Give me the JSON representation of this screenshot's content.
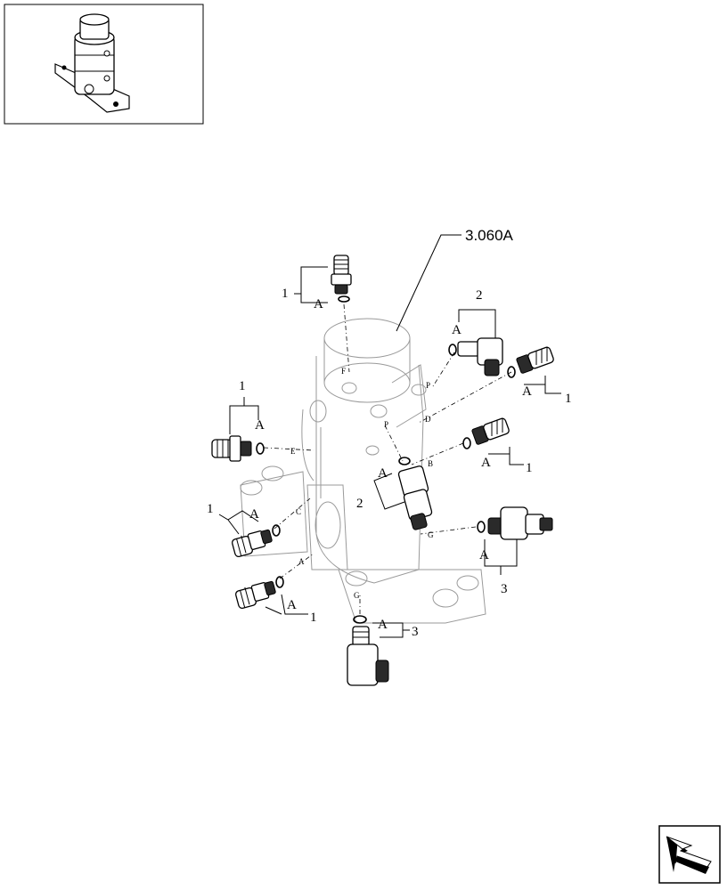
{
  "reference_label": "3.060A",
  "letters": {
    "a": "A",
    "b": "B",
    "c": "C",
    "d": "D",
    "e": "E",
    "f": "F",
    "g": "G",
    "p": "P"
  },
  "item_numbers": {
    "one": "1",
    "two": "2",
    "three": "3"
  }
}
